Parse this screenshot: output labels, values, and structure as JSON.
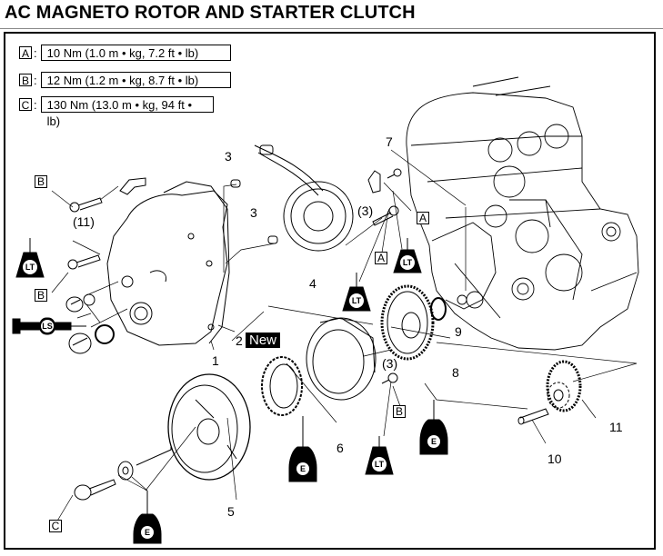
{
  "title": "AC MAGNETO ROTOR AND STARTER CLUTCH",
  "torque_specs": [
    {
      "letter": "A",
      "spec": "10 Nm (1.0 m • kg, 7.2 ft • lb)"
    },
    {
      "letter": "B",
      "spec": "12 Nm (1.2 m • kg, 8.7 ft • lb)"
    },
    {
      "letter": "C",
      "spec": "130 Nm (13.0 m • kg, 94 ft • lb)"
    }
  ],
  "part_callouts": {
    "p1": "1",
    "p2": "2",
    "p2_badge": "New",
    "p3a": "3",
    "p3b": "3",
    "p3_qty_stator": "(3)",
    "p3_qty_clutch": "(3)",
    "p4": "4",
    "p5": "5",
    "p6": "6",
    "p7": "7",
    "p8": "8",
    "p9": "9",
    "p10": "10",
    "p11": "11",
    "p11_qty": "(11)"
  },
  "torque_markers": {
    "b1": "B",
    "b2": "B",
    "b3": "B",
    "a1": "A",
    "a2": "A",
    "c1": "C"
  },
  "lubricant_symbols": {
    "lt": "LT",
    "ls": "LS",
    "e": "E"
  }
}
